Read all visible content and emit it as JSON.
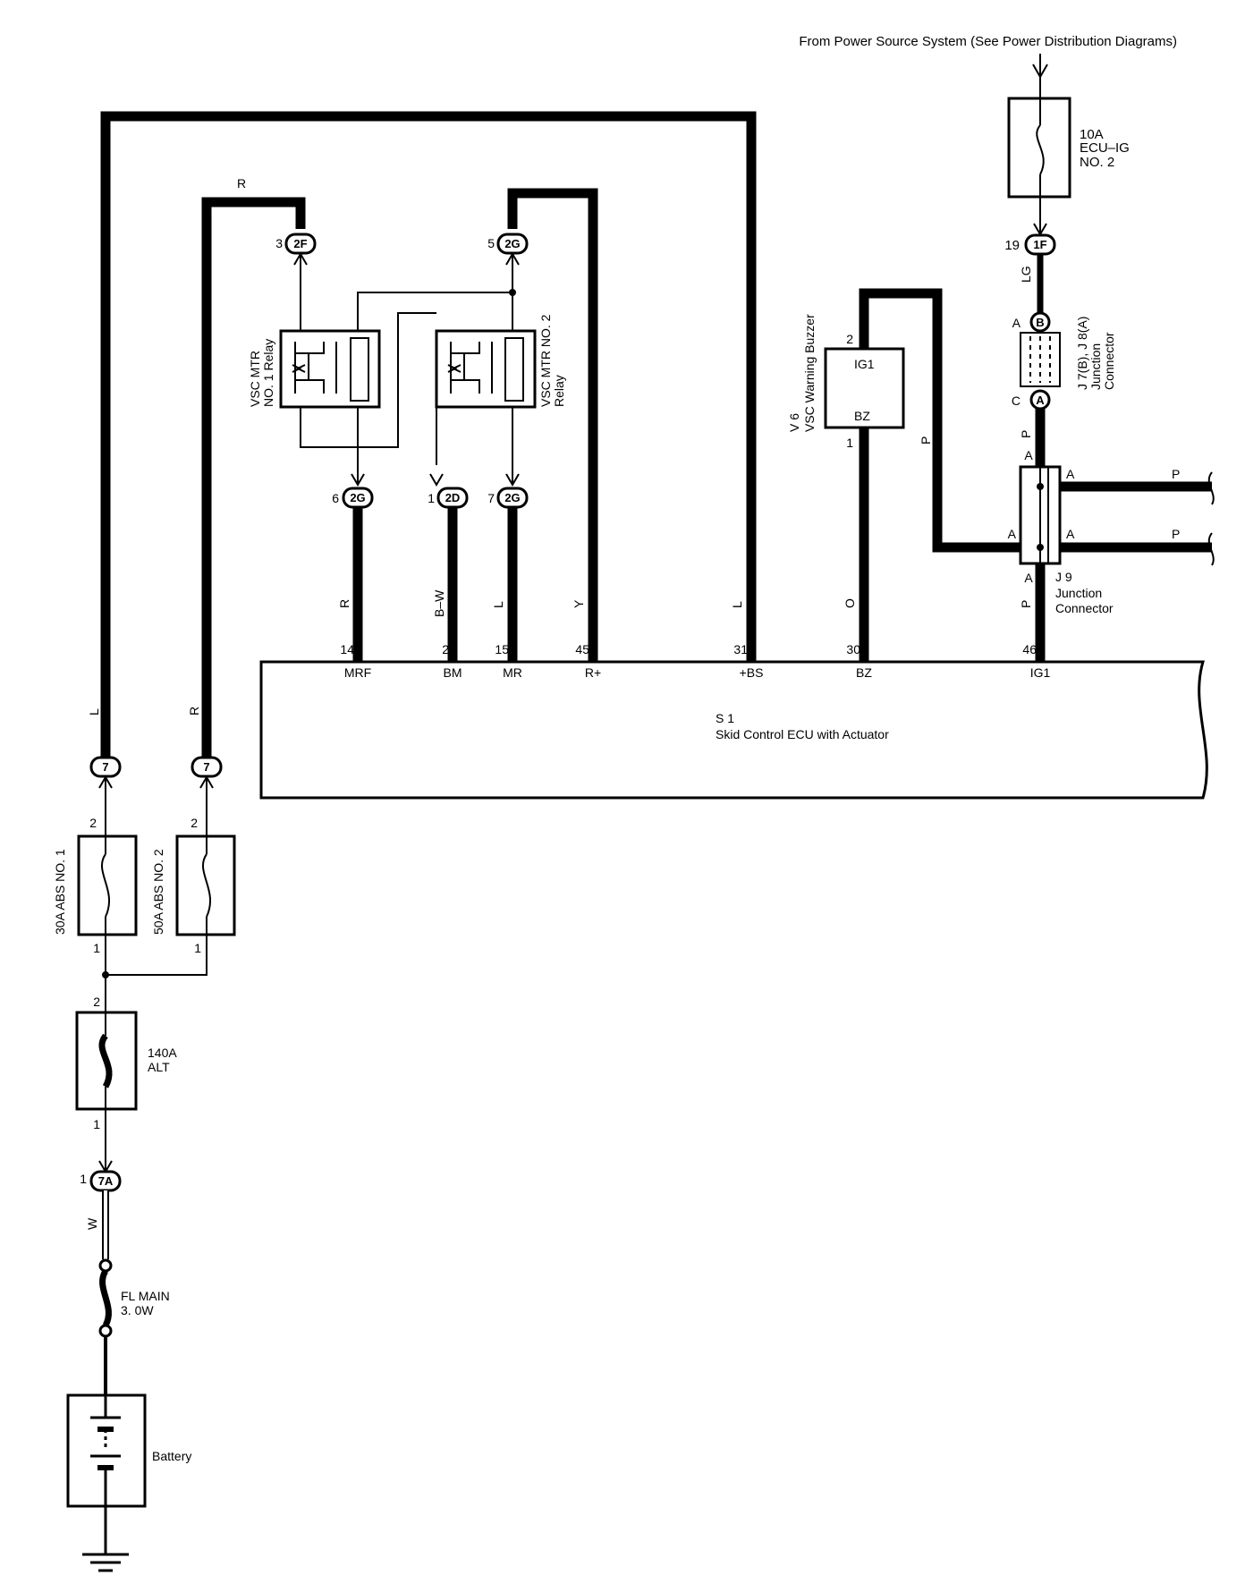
{
  "header": {
    "source_note": "From Power Source System (See Power Distribution Diagrams)"
  },
  "fuses": {
    "ecu_ig_rating": "10A",
    "ecu_ig_name": "ECU–IG",
    "ecu_ig_no": "NO. 2",
    "abs1": "30A ABS NO. 1",
    "abs2": "50A ABS NO. 2",
    "alt_rating": "140A",
    "alt_name": "ALT",
    "fl_name": "FL MAIN",
    "fl_size": "3. 0W"
  },
  "components": {
    "relay1_l1": "VSC MTR",
    "relay1_l2": "NO. 1 Relay",
    "relay2_l1": "VSC MTR NO. 2",
    "relay2_l2": "Relay",
    "buzzer_code": "V 6",
    "buzzer_name": "VSC Warning Buzzer",
    "buzzer_pin_ig1": "IG1",
    "buzzer_pin_bz": "BZ",
    "jc78_l1": "J 7(B), J 8(A)",
    "jc78_l2": "Junction",
    "jc78_l3": "Connector",
    "j9_code": "J 9",
    "j9_l1": "Junction",
    "j9_l2": "Connector",
    "ecu_code": "S 1",
    "ecu_name": "Skid Control ECU with Actuator",
    "battery": "Battery"
  },
  "connectors": {
    "c2f": "2F",
    "c2g": "2G",
    "c2d": "2D",
    "c1f": "1F",
    "c7": "7",
    "c7a": "7A",
    "cA": "A",
    "cB": "B"
  },
  "pins": {
    "p3": "3",
    "p5": "5",
    "p6": "6",
    "p1": "1",
    "p7": "7",
    "p19": "19",
    "p2": "2",
    "p14": "14",
    "p15": "15",
    "p45": "45",
    "p31": "31",
    "p30": "30",
    "p46": "46"
  },
  "ecu_terms": {
    "mrf": "MRF",
    "bm": "BM",
    "mr": "MR",
    "rp": "R+",
    "bs": "+BS",
    "bz": "BZ",
    "ig1": "IG1"
  },
  "wires": {
    "R": "R",
    "L": "L",
    "BW": "B–W",
    "Y": "Y",
    "O": "O",
    "P": "P",
    "LG": "LG",
    "W": "W"
  },
  "letters": {
    "A": "A",
    "C": "C"
  }
}
